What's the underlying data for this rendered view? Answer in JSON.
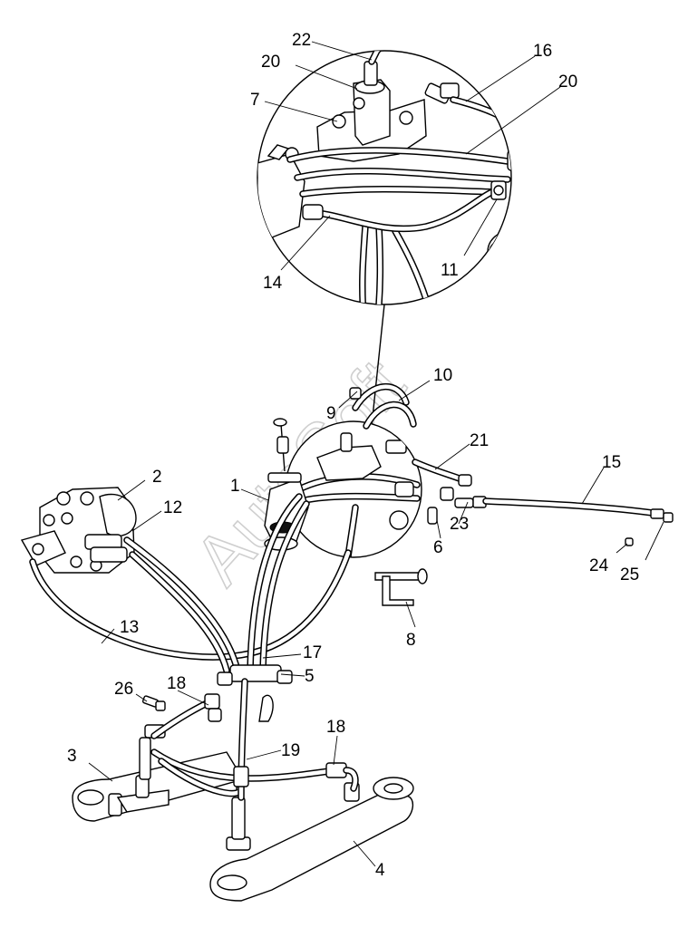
{
  "watermark": "AutoSoft",
  "callouts": [
    {
      "id": "c1",
      "label": "1"
    },
    {
      "id": "c2",
      "label": "2"
    },
    {
      "id": "c3",
      "label": "3"
    },
    {
      "id": "c4",
      "label": "4"
    },
    {
      "id": "c5",
      "label": "5"
    },
    {
      "id": "c6",
      "label": "6"
    },
    {
      "id": "c7",
      "label": "7"
    },
    {
      "id": "c8",
      "label": "8"
    },
    {
      "id": "c9",
      "label": "9"
    },
    {
      "id": "c10",
      "label": "10"
    },
    {
      "id": "c11",
      "label": "11"
    },
    {
      "id": "c12",
      "label": "12"
    },
    {
      "id": "c13",
      "label": "13"
    },
    {
      "id": "c14",
      "label": "14"
    },
    {
      "id": "c15",
      "label": "15"
    },
    {
      "id": "c16",
      "label": "16"
    },
    {
      "id": "c17",
      "label": "17"
    },
    {
      "id": "c18a",
      "label": "18"
    },
    {
      "id": "c18b",
      "label": "18"
    },
    {
      "id": "c19",
      "label": "19"
    },
    {
      "id": "c20a",
      "label": "20"
    },
    {
      "id": "c20b",
      "label": "20"
    },
    {
      "id": "c21",
      "label": "21"
    },
    {
      "id": "c22",
      "label": "22"
    },
    {
      "id": "c23",
      "label": "23"
    },
    {
      "id": "c24",
      "label": "24"
    },
    {
      "id": "c25",
      "label": "25"
    },
    {
      "id": "c26",
      "label": "26"
    }
  ]
}
